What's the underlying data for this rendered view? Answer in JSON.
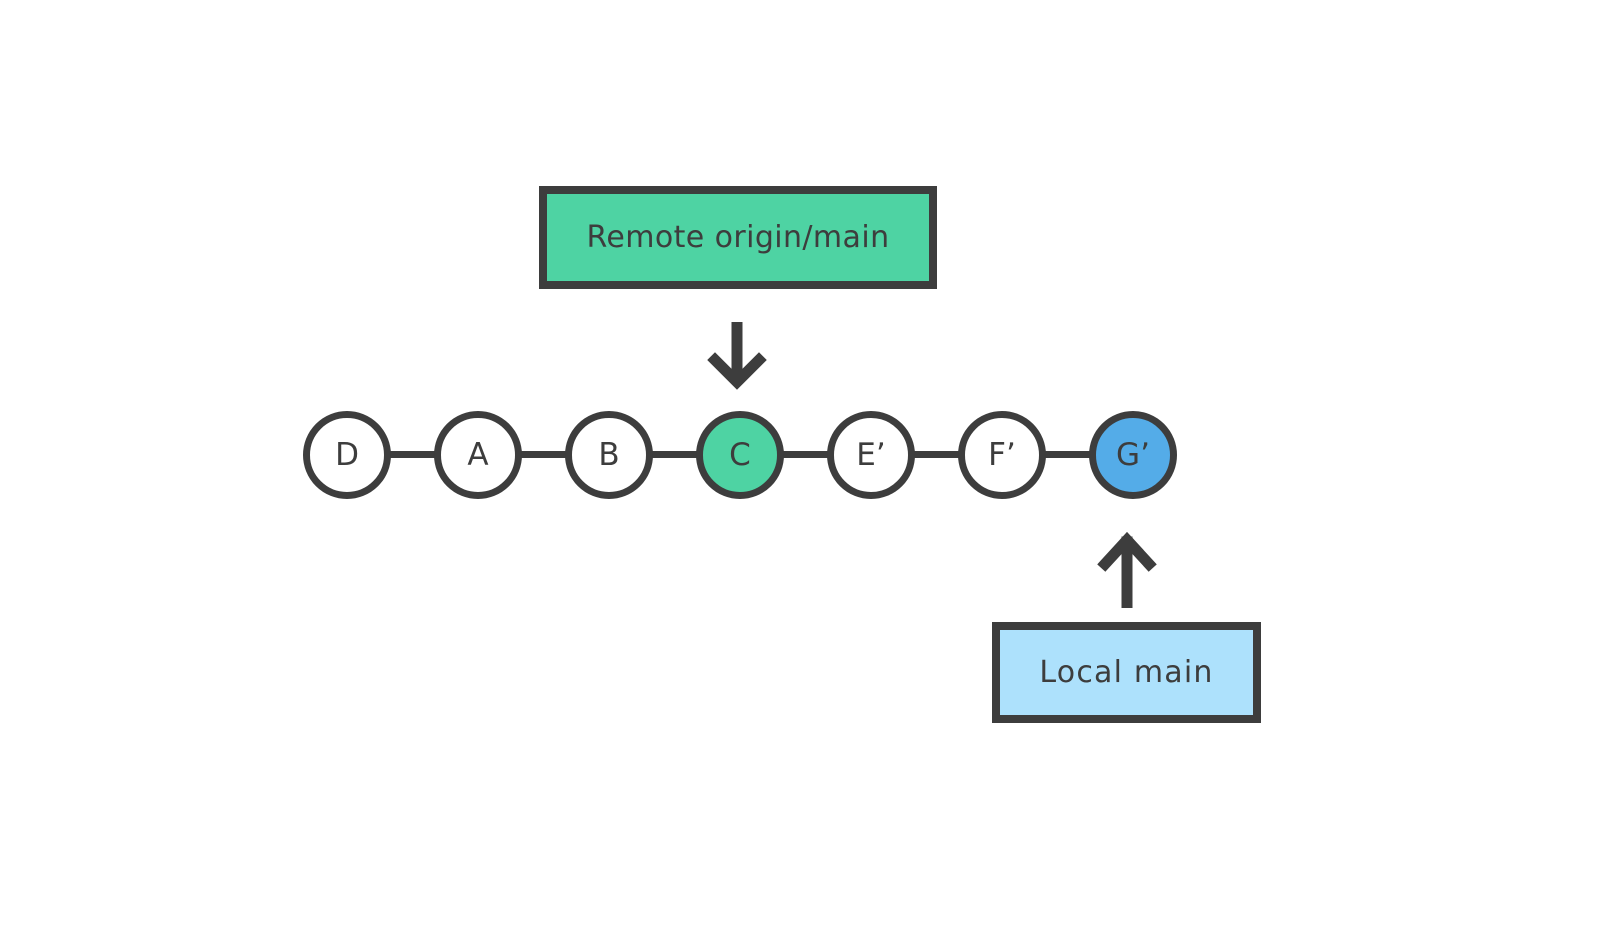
{
  "diagram": {
    "type": "git-commit-graph",
    "title_visible": false,
    "background_color": "#ffffff",
    "stroke_color": "#3d3d3d",
    "colors": {
      "remote_fill": "#4ed3a3",
      "local_fill": "#ade1fc",
      "highlight_green": "#4ed3a3",
      "highlight_blue": "#54ace8",
      "node_fill": "#ffffff",
      "text": "#3d3d3d"
    },
    "labels": {
      "remote": "Remote origin/main",
      "local": "Local  main"
    },
    "commits": [
      {
        "id": "D",
        "label": "D",
        "fill": "#ffffff"
      },
      {
        "id": "A",
        "label": "A",
        "fill": "#ffffff"
      },
      {
        "id": "B",
        "label": "B",
        "fill": "#ffffff"
      },
      {
        "id": "C",
        "label": "C",
        "fill": "#4ed3a3"
      },
      {
        "id": "E1",
        "label": "E’",
        "fill": "#ffffff"
      },
      {
        "id": "F1",
        "label": "F’",
        "fill": "#ffffff"
      },
      {
        "id": "G1",
        "label": "G’",
        "fill": "#54ace8"
      }
    ],
    "pointers": [
      {
        "name": "remote-pointer",
        "direction": "down",
        "from": "Remote origin/main",
        "to": "C"
      },
      {
        "name": "local-pointer",
        "direction": "up",
        "from": "Local  main",
        "to": "G’"
      }
    ]
  }
}
